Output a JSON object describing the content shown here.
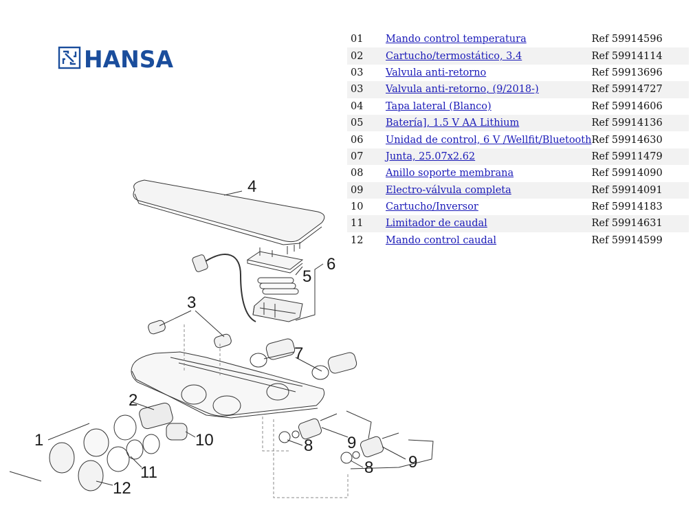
{
  "brand": {
    "name": "HANSA",
    "color": "#1a4d9c"
  },
  "parts": [
    {
      "num": "01",
      "name": "Mando control temperatura",
      "ref": "Ref 59914596"
    },
    {
      "num": "02",
      "name": "Cartucho/termostático, 3.4",
      "ref": "Ref 59914114"
    },
    {
      "num": "03",
      "name": "Valvula anti-retorno",
      "ref": "Ref 59913696"
    },
    {
      "num": "03",
      "name": "Valvula anti-retorno, (9/2018-)",
      "ref": "Ref 59914727"
    },
    {
      "num": "04",
      "name": "Tapa lateral (Blanco)",
      "ref": "Ref 59914606"
    },
    {
      "num": "05",
      "name": "Batería], 1.5 V AA Lithium",
      "ref": "Ref 59914136"
    },
    {
      "num": "06",
      "name": "Unidad de control, 6 V /Wellfit/Bluetooth",
      "ref": "Ref 59914630"
    },
    {
      "num": "07",
      "name": "Junta, 25.07x2.62",
      "ref": "Ref 59911479"
    },
    {
      "num": "08",
      "name": "Anillo soporte membrana",
      "ref": "Ref 59914090"
    },
    {
      "num": "09",
      "name": "Electro-válvula completa",
      "ref": "Ref 59914091"
    },
    {
      "num": "10",
      "name": "Cartucho/Inversor",
      "ref": "Ref 59914183"
    },
    {
      "num": "11",
      "name": "Limitador de caudal",
      "ref": "Ref 59914631"
    },
    {
      "num": "12",
      "name": "Mando control caudal",
      "ref": "Ref 59914599"
    }
  ],
  "callouts": {
    "c1": "1",
    "c2": "2",
    "c3": "3",
    "c4": "4",
    "c5": "5",
    "c6": "6",
    "c7": "7",
    "c8a": "8",
    "c8b": "8",
    "c9a": "9",
    "c9b": "9",
    "c10": "10",
    "c11": "11",
    "c12": "12"
  },
  "colors": {
    "link": "#1a1ab8",
    "row_shade": "#f2f2f2",
    "line": "#333333"
  }
}
